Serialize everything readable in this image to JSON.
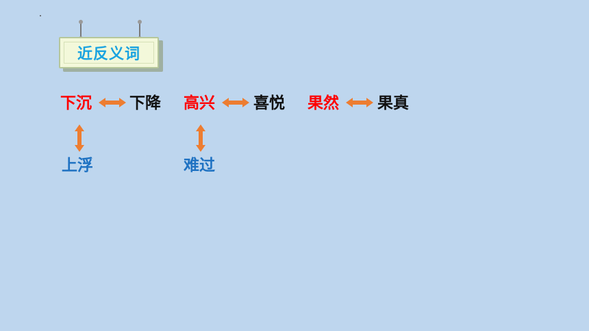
{
  "sign": {
    "title": "近反义词"
  },
  "pairs": [
    {
      "word": "下沉",
      "synonym": "下降",
      "antonym": "上浮"
    },
    {
      "word": "高兴",
      "synonym": "喜悦",
      "antonym": "难过"
    },
    {
      "word": "果然",
      "synonym": "果真"
    }
  ],
  "colors": {
    "background": "#bed6ee",
    "word": "#ff0000",
    "synonym": "#111111",
    "antonym": "#1f72c2",
    "arrow": "#ed7d31",
    "title": "#1aa3e0"
  }
}
